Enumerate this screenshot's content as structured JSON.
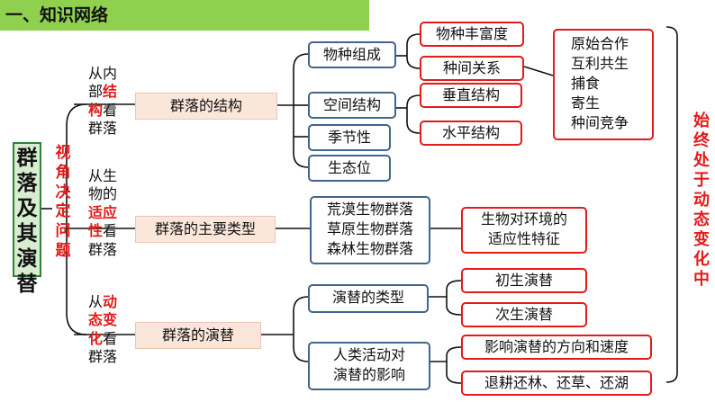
{
  "header": {
    "title": "一、知识网络"
  },
  "root": {
    "label": "群落及其演替"
  },
  "perspective": {
    "label": "视角决定问题"
  },
  "perspectives": [
    {
      "plain1": "从内部",
      "red": "结构",
      "plain2": "看群落"
    },
    {
      "plain1": "从生物的",
      "red": "适应性",
      "plain2": "看群落"
    },
    {
      "plain1": "从",
      "red": "动态变化",
      "plain2": "看群落"
    }
  ],
  "sections": {
    "structure": {
      "label": "群落的结构",
      "items": [
        "物种组成",
        "空间结构",
        "季节性",
        "生态位"
      ],
      "species": [
        "物种丰富度",
        "种间关系"
      ],
      "space": [
        "垂直结构",
        "水平结构"
      ],
      "relations": [
        "原始合作",
        "互利共生",
        "捕食",
        "寄生",
        "种间竞争"
      ]
    },
    "types": {
      "label": "群落的主要类型",
      "groups": "荒漠生物群落\n草原生物群落\n森林生物群落",
      "feature": "生物对环境的\n适应性特征"
    },
    "succession": {
      "label": "群落的演替",
      "kinds": "演替的类型",
      "kind_items": [
        "初生演替",
        "次生演替"
      ],
      "human": "人类活动对\n演替的影响",
      "human_items": [
        "影响演替的方向和速度",
        "退耕还林、还草、还湖"
      ]
    }
  },
  "conclusion": "始终处于动态变化中",
  "colors": {
    "accent_red": "#e21b1b",
    "box_blue": "#41658d",
    "header_green": "#8fd14f"
  }
}
